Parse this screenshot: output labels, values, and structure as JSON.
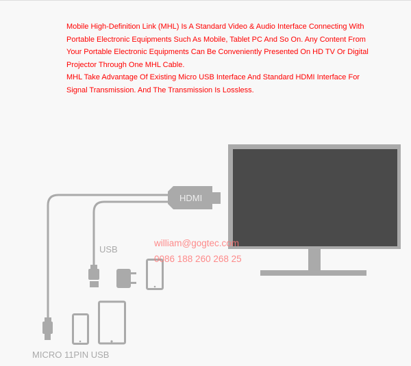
{
  "description": {
    "lines": [
      "Mobile High-Definition Link (MHL) Is A Standard Video & Audio Interface Connecting With",
      "Portable Electronic Equipments Such As Mobile, Tablet PC And So On. Any Content From",
      "Your Portable Electronic Equipments Can Be Conveniently Presented On HD TV Or Digital",
      "Projector Through One MHL Cable.",
      "MHL Take Advantage Of Existing Micro USB Interface And Standard HDMI Interface For",
      "Signal Transmission. And The Transmission Is Lossless."
    ]
  },
  "diagram": {
    "hdmi_label": "HDMI",
    "usb_label": "USB",
    "micro_label": "MICRO 11PIN USB"
  },
  "watermark": {
    "email": "william@gogtec.com",
    "phone": "0086 188 260 268 25"
  },
  "colors": {
    "text": "#ff0000",
    "device": "#aaaaaa",
    "screen": "#4a4a4a",
    "watermark": "#ff7777"
  }
}
